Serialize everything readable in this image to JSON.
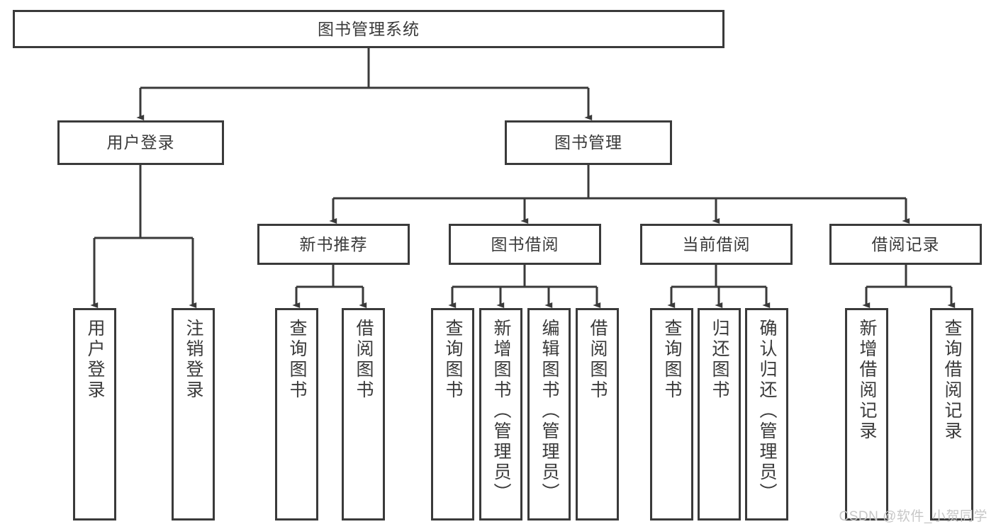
{
  "diagram": {
    "title": "图书管理系统",
    "type": "tree-hierarchy",
    "watermark": "CSDN @软件_小贺同学",
    "colors": {
      "stroke": "#3a3a3a",
      "fill": "#ffffff",
      "text": "#3a3a3a",
      "watermark": "#c7c7c7"
    },
    "nodes": {
      "root": {
        "label": "图书管理系统"
      },
      "level2": [
        {
          "id": "user-login",
          "label": "用户登录"
        },
        {
          "id": "book-manage",
          "label": "图书管理"
        }
      ],
      "level3": [
        {
          "id": "new-book-recommend",
          "label": "新书推荐"
        },
        {
          "id": "book-borrow",
          "label": "图书借阅"
        },
        {
          "id": "current-borrow",
          "label": "当前借阅"
        },
        {
          "id": "borrow-record",
          "label": "借阅记录"
        }
      ],
      "leaves": {
        "user-login": [
          {
            "id": "leaf-user-login",
            "label": "用户登录"
          },
          {
            "id": "leaf-user-logout",
            "label": "注销登录"
          }
        ],
        "new-book-recommend": [
          {
            "id": "leaf-query-book-1",
            "label": "查询图书"
          },
          {
            "id": "leaf-borrow-book-1",
            "label": "借阅图书"
          }
        ],
        "book-borrow": [
          {
            "id": "leaf-query-book-2",
            "label": "查询图书"
          },
          {
            "id": "leaf-add-book",
            "label": "新增图书（管理员）"
          },
          {
            "id": "leaf-edit-book",
            "label": "编辑图书（管理员）"
          },
          {
            "id": "leaf-borrow-book-2",
            "label": "借阅图书"
          }
        ],
        "current-borrow": [
          {
            "id": "leaf-query-book-3",
            "label": "查询图书"
          },
          {
            "id": "leaf-return-book",
            "label": "归还图书"
          },
          {
            "id": "leaf-confirm-return",
            "label": "确认归还（管理员）"
          }
        ],
        "borrow-record": [
          {
            "id": "leaf-add-record",
            "label": "新增借阅记录"
          },
          {
            "id": "leaf-query-record",
            "label": "查询借阅记录"
          }
        ]
      }
    }
  }
}
